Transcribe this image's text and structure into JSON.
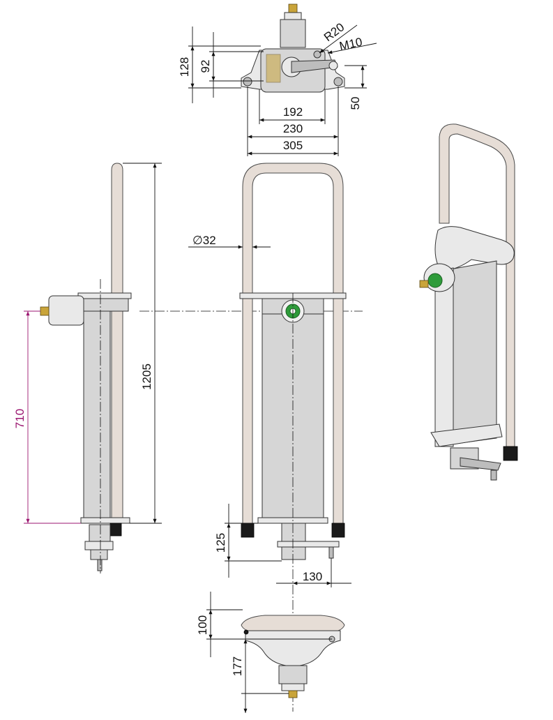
{
  "dimensions": {
    "top_view": {
      "height_outer": "128",
      "height_inner": "92",
      "radius": "R20",
      "thread": "M10",
      "offset": "50",
      "width_inner": "192",
      "width_mid": "230",
      "width_outer": "305"
    },
    "side_view": {
      "overall_height": "1205",
      "inlet_height": "710"
    },
    "front_view": {
      "tube_diameter": "∅32",
      "foot_height": "125",
      "foot_offset": "130"
    },
    "bottom_view": {
      "upper_height": "100",
      "lower_height": "177"
    }
  },
  "colors": {
    "dimension": "#111111",
    "highlight_dimension": "#9b1670",
    "tube": "#e6ddd6",
    "body": "#d6d6d6",
    "fitting_green": "#2e9b3a",
    "brass": "#c9a43a"
  }
}
